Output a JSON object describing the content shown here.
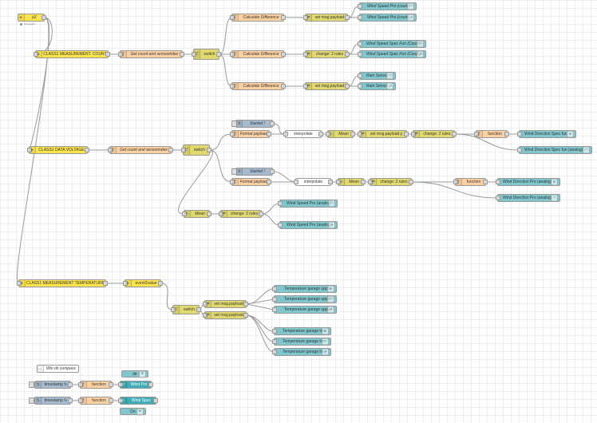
{
  "nodes": {
    "p2": "p2",
    "p2_status": "connected",
    "class1_count": "CLASS1 MEASUREMENT. COUNT",
    "get_count_1": "Get count and sensorindex",
    "switch_1": "switch",
    "calc_diff_1": "Calculate Difference",
    "calc_diff_2": "Calculate Difference",
    "calc_diff_3": "Calculate Difference",
    "set_payload_1": "set msg.payload",
    "change_2_rules_1": "change: 2 rules",
    "set_payload_2": "set msg.payload",
    "wind_speed_pro_count_1": "Wind Speed Pro (count)",
    "wind_speed_pro_count_2": "Wind Speed Pro (count)",
    "wind_speed_spec_count_1": "Wind Speed Spec Fun (Count)",
    "wind_speed_spec_count_2": "Wind Speed Spec Fun (Count)",
    "rain_sensor_1": "Rain Sensor",
    "rain_sensor_2": "Rain Sensor",
    "class1_voltage": "CLASS1 DATA VOLTAGE",
    "get_count_2": "Get count and sensorindex",
    "switch_2": "switch",
    "started_1": "Started !",
    "started_2": "Started !",
    "format_payload_1": "Format payload",
    "format_payload_2": "Format payload",
    "interpolate_1": "interpolate",
    "interpolate_2": "interpolate",
    "mean_1": "Mean",
    "mean_2": "Mean",
    "mean_3": "Mean",
    "set_payload_y": "set msg.payload.y",
    "change_2_rules_2": "change: 2 rules",
    "change_2_rules_3": "change: 2 rules",
    "change_2_rules_4": "change: 2 rules",
    "function_1": "function",
    "function_2": "function",
    "function_3": "function",
    "function_4": "function",
    "wind_dir_spec_fun_1": "Wind Direction Spec fun",
    "wind_dir_spec_fun_analog": "Wind Direction Spec fun (analog)",
    "wind_dir_pro_analog_1": "Wind Direction Pro (analog)",
    "wind_dir_pro_analog_2": "Wind Direction Pro (analog)",
    "wind_speed_pro_analog_1": "Wind Speed Pro (analog)",
    "wind_speed_pro_analog_2": "Wind Speed Pro (analog)",
    "class1_temp": "CLASS1 MEASUREMENT TEMPERATURE",
    "event2value": "event2value",
    "switch_3": "switch",
    "set_payload_3": "set msg.payload",
    "set_payload_4": "set msg.payload",
    "temp_upper_1": "Temperature garage upper",
    "temp_upper_2": "Temperature garage upper",
    "temp_upper_3": "Temperature garage upper",
    "temp_low_1": "Temperature garage low",
    "temp_low_2": "Temperature garage low",
    "temp_low_3": "Temperature garage low",
    "win_dir_compass": "Win dir compass",
    "timestamp_1": "timestamp ↻",
    "timestamp_2": "timestamp ↻",
    "dir": "dir",
    "wind_pro": "Wind Pro",
    "wind_spec": "Wind Spec",
    "do": "Do"
  },
  "icons": {
    "inject": "arrow-right-icon",
    "function": "function-icon",
    "switch": "switch-icon",
    "change": "shuffle-icon",
    "chart": "chart-icon",
    "gauge": "gauge-icon",
    "text": "text-icon",
    "debug": "debug-icon"
  },
  "colors": {
    "input_yellow": "#fde44b",
    "function_orange": "#fdd0a2",
    "change_yellow": "#e2d96e",
    "dashboard_teal": "#7fc7cd",
    "inject_grey": "#a6bbcf",
    "wire": "#999999"
  }
}
